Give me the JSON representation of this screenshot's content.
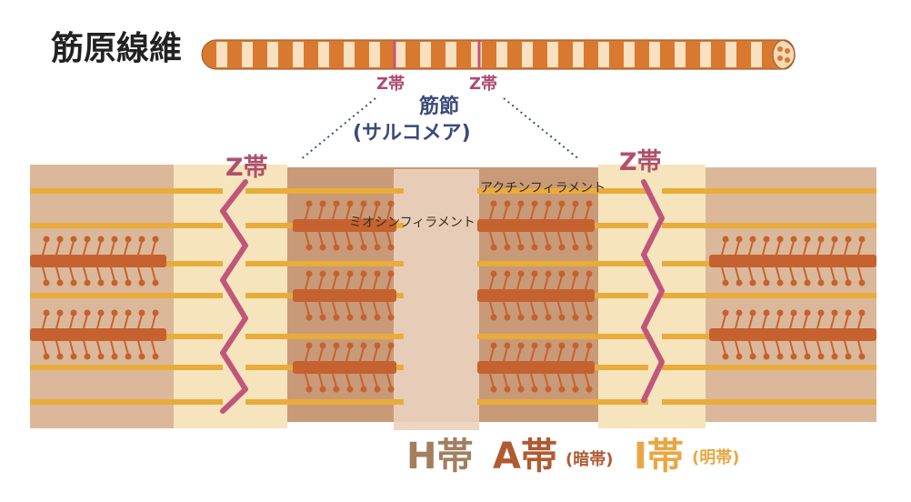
{
  "title": "筋原線維",
  "labels": {
    "z_band_top_left": "Z帯",
    "z_band_top_right": "Z帯",
    "sarcomere_line1": "筋節",
    "sarcomere_line2": "(サルコメア)",
    "z_band_left": "Z帯",
    "z_band_right": "Z帯",
    "actin": "アクチンフィラメント",
    "myosin": "ミオシンフィラメント",
    "h_band": "H帯",
    "a_band": "A帯",
    "a_band_note": "(暗帯)",
    "i_band": "I帯",
    "i_band_note": "(明帯)"
  },
  "colors": {
    "fiber_orange": "#d9792f",
    "fiber_light": "#fbe6c8",
    "z_line_pink": "#c0567a",
    "a_band_fill": "#c99a78",
    "i_band_fill": "#f6e4bd",
    "h_band_fill": "#ead3be",
    "outer_segment": "#dcb89a",
    "myosin": "#c5622f",
    "actin": "#e8ac3a",
    "h_label": "#a27f5f",
    "a_label": "#b05a32",
    "i_label": "#eaa642",
    "sarcomere_text": "#3b4a7a"
  }
}
